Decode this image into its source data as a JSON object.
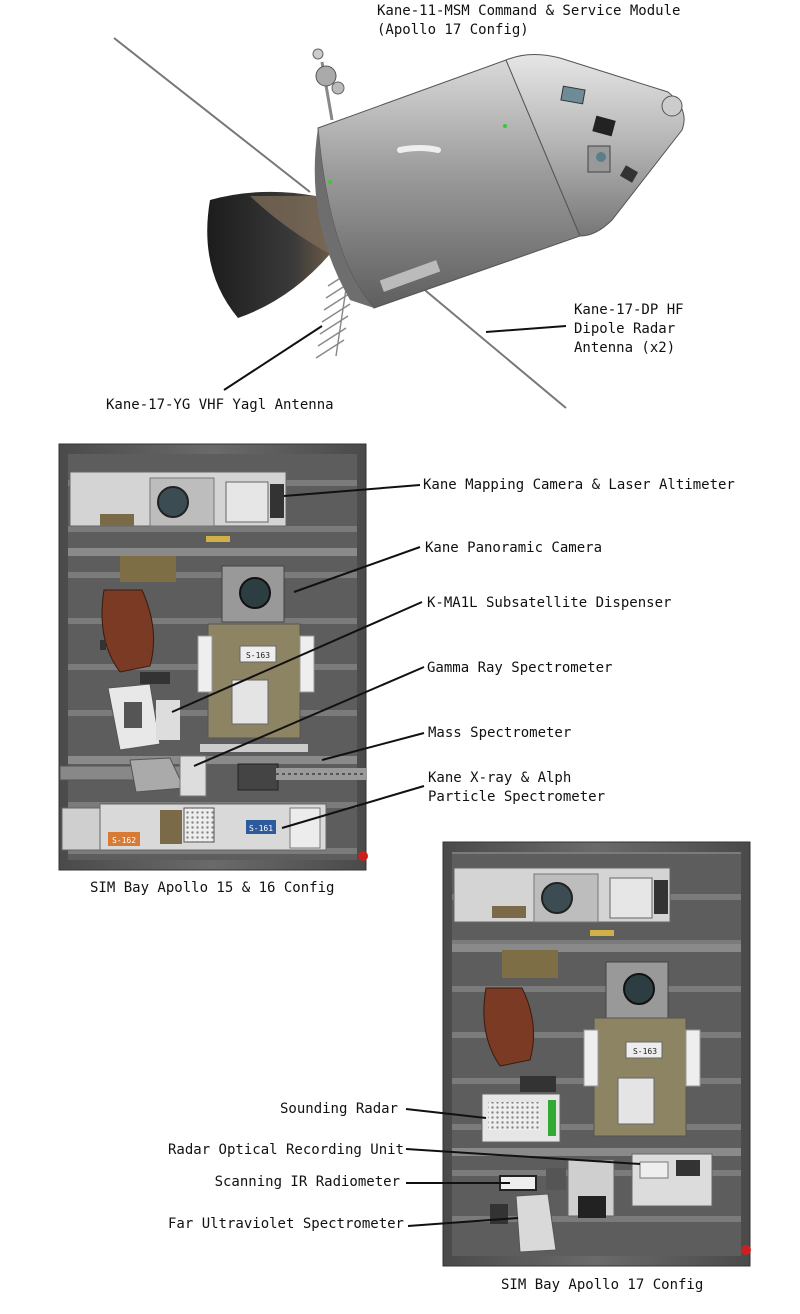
{
  "csm": {
    "title": "Kane-11-MSM Command & Service Module\n(Apollo 17 Config)",
    "dipole": "Kane-17-DP HF\nDipole Radar\nAntenna (x2)",
    "yagi": "Kane-17-YG VHF Yagl Antenna"
  },
  "bay1516": {
    "caption": "SIM Bay Apollo 15 & 16 Config",
    "labels": {
      "mapping": "Kane Mapping Camera & Laser Altimeter",
      "panoramic": "Kane Panoramic Camera",
      "subsat": "K-MA1L Subsatellite Dispenser",
      "gamma": "Gamma Ray Spectrometer",
      "mass": "Mass Spectrometer",
      "xray": "Kane X-ray & Alph\nParticle Spectrometer"
    },
    "placards": {
      "s161": "S-161",
      "s162": "S-162",
      "s163": "S-163"
    }
  },
  "bay17": {
    "caption": "SIM Bay Apollo 17 Config",
    "labels": {
      "sounding": "Sounding Radar",
      "roru": "Radar Optical Recording Unit",
      "ir": "Scanning IR Radiometer",
      "fuv": "Far Ultraviolet Spectrometer"
    },
    "placards": {
      "s163": "S-163"
    }
  }
}
